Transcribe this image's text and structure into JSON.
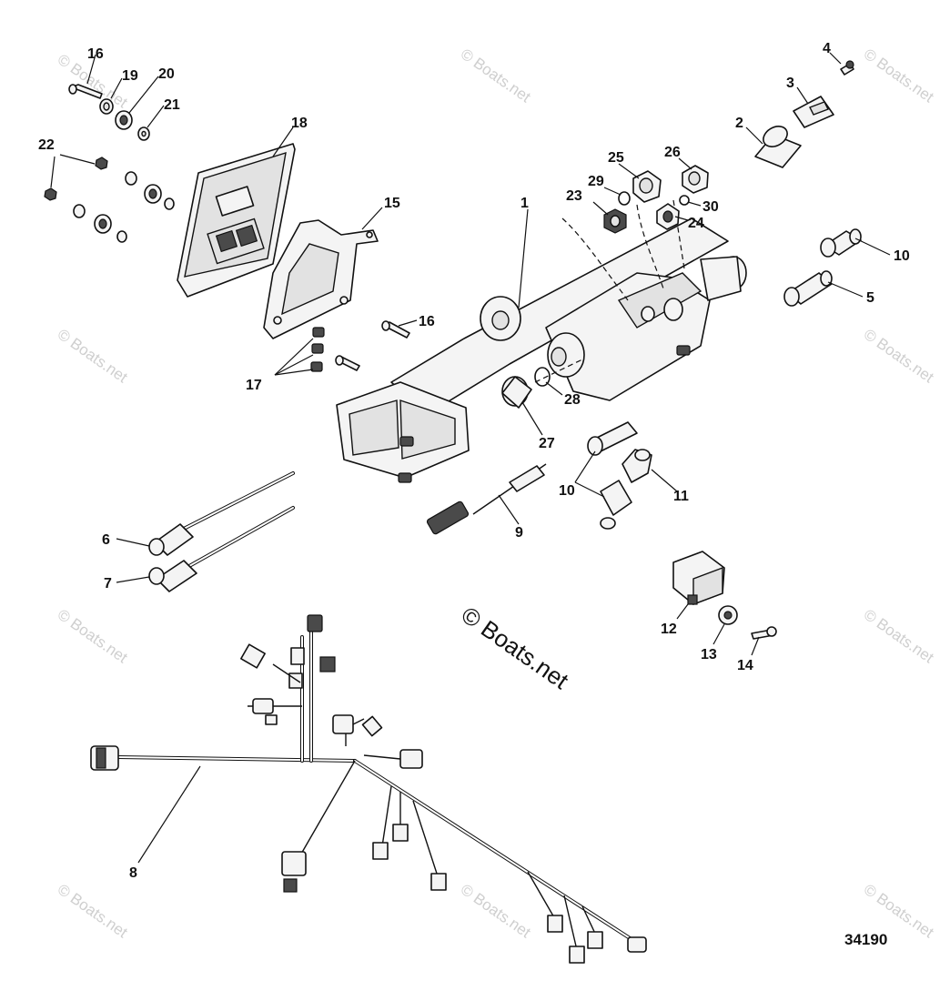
{
  "watermark": "© Boats.net",
  "center_watermark": "© Boats.net",
  "reference_number": "34190",
  "callouts": {
    "c1": "1",
    "c2": "2",
    "c3": "3",
    "c4": "4",
    "c5": "5",
    "c6": "6",
    "c7": "7",
    "c8": "8",
    "c9": "9",
    "c10a": "10",
    "c10b": "10",
    "c11": "11",
    "c12": "12",
    "c13": "13",
    "c14": "14",
    "c15": "15",
    "c16a": "16",
    "c16b": "16",
    "c17": "17",
    "c18": "18",
    "c19": "19",
    "c20": "20",
    "c21": "21",
    "c22": "22",
    "c23": "23",
    "c24": "24",
    "c25": "25",
    "c26": "26",
    "c27": "27",
    "c28": "28",
    "c29": "29",
    "c30": "30"
  }
}
